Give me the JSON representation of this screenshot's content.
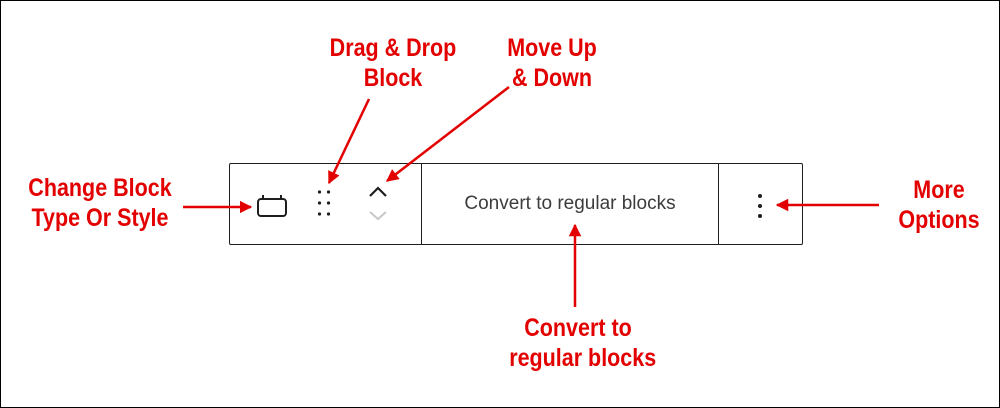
{
  "toolbar": {
    "convert_button_label": "Convert to regular blocks",
    "icons": {
      "block_type": "block-type-icon",
      "drag_handle": "drag-handle-icon",
      "move_up": "chevron-up-icon",
      "move_down": "chevron-down-icon",
      "more_options": "vertical-ellipsis-icon"
    }
  },
  "annotations": {
    "change_block": {
      "line1": "Change Block",
      "line2": "Type Or Style"
    },
    "drag_drop": {
      "line1": "Drag & Drop",
      "line2": "Block"
    },
    "move": {
      "line1": "Move Up",
      "line2": "& Down"
    },
    "convert": {
      "line1": "Convert to",
      "line2": "regular blocks"
    },
    "more": {
      "line1": "More",
      "line2": "Options"
    }
  },
  "colors": {
    "annotation_red": "#e30000",
    "toolbar_border": "#1e1e1e",
    "icon_dark": "#1e1e1e",
    "icon_disabled": "#c8c8c8",
    "button_text": "#3c3c3c"
  }
}
